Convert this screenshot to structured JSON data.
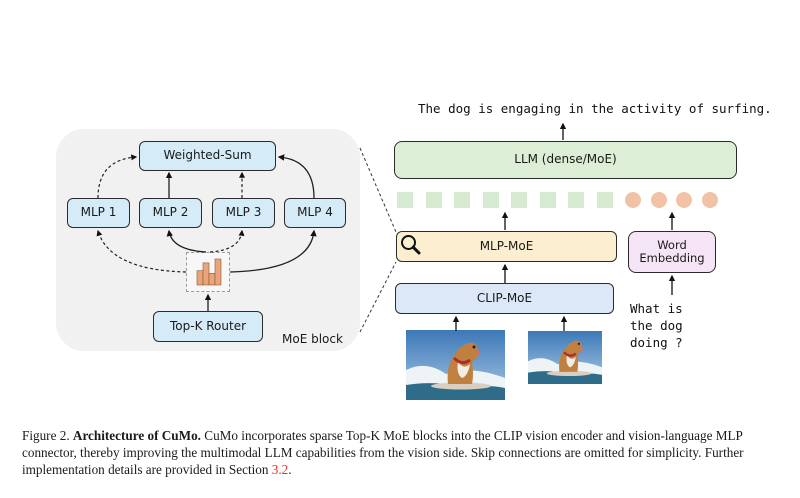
{
  "figure": {
    "moe_block": {
      "label": "MoE block",
      "weighted_sum": "Weighted-Sum",
      "experts": [
        "MLP 1",
        "MLP 2",
        "MLP 3",
        "MLP 4"
      ],
      "router": "Top-K Router",
      "router_icon": "bar-chart-icon",
      "router_bar_heights": [
        0.55,
        0.85,
        0.45,
        1.0
      ],
      "selected_experts": [
        "MLP 2",
        "MLP 4"
      ]
    },
    "pipeline": {
      "output_text": "The dog is engaging in the activity of surfing.",
      "llm": "LLM (dense/MoE)",
      "mlp_moe": "MLP-MoE",
      "clip_moe": "CLIP-MoE",
      "word_embedding": "Word Embedding",
      "question": "What is the dog doing ?",
      "visual_token_count": 8,
      "text_token_count": 4,
      "zoom_icon": "magnifier-icon",
      "images": [
        "dog-surfing-image-large",
        "dog-surfing-image-small"
      ]
    },
    "colors": {
      "expert_box": "#d5ebf7",
      "llm_box": "#dcefd6",
      "mlp_moe_box": "#fbefcf",
      "clip_moe_box": "#dce8f8",
      "word_embedding_box": "#f4e4f5",
      "visual_token": "#d6e9d1",
      "text_token": "#f2c2a6",
      "router_bar": "#e9a579",
      "reference_link": "#e8302a"
    }
  },
  "caption": {
    "prefix": "Figure 2.",
    "title": "Architecture of CuMo.",
    "body": "CuMo incorporates sparse Top-K MoE blocks into the CLIP vision encoder and vision-language MLP connector, thereby improving the multimodal LLM capabilities from the vision side. Skip connections are omitted for simplicity. Further implementation details are provided in Section",
    "ref": "3.2",
    "suffix": "."
  }
}
